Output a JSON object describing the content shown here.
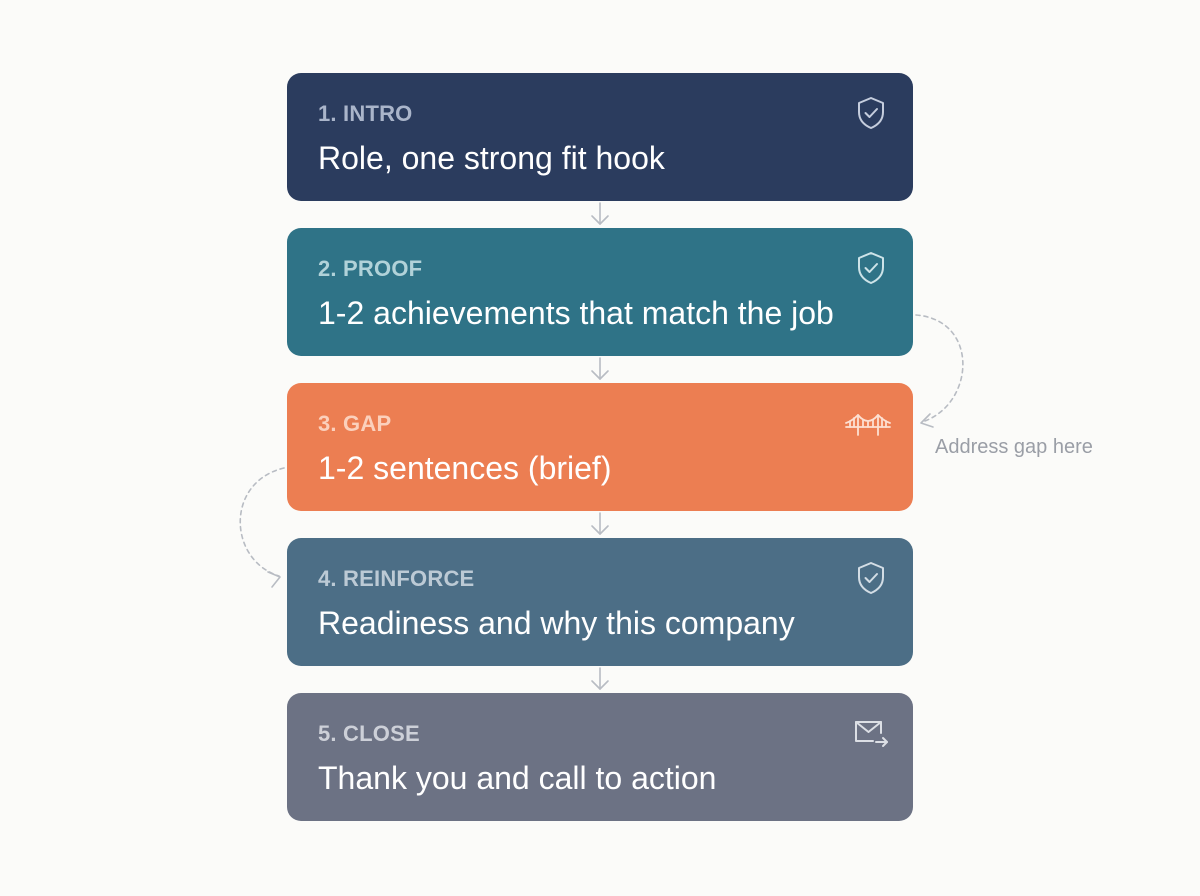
{
  "steps": [
    {
      "label": "1. INTRO",
      "text": "Role, one strong fit hook",
      "icon": "shield-check-icon",
      "bg": "#2b3c5e",
      "label_color": "#aab5ca"
    },
    {
      "label": "2. PROOF",
      "text": "1-2 achievements that match the job",
      "icon": "shield-check-icon",
      "bg": "#2f7387",
      "label_color": "#b1d2d9"
    },
    {
      "label": "3. GAP",
      "text": "1-2 sentences (brief)",
      "icon": "bridge-icon",
      "bg": "#ec7e52",
      "label_color": "#fbd0bc"
    },
    {
      "label": "4. REINFORCE",
      "text": "Readiness and why this company",
      "icon": "shield-check-icon",
      "bg": "#4c6e86",
      "label_color": "#bccad5"
    },
    {
      "label": "5. CLOSE",
      "text": "Thank you and call to action",
      "icon": "mail-forward-icon",
      "bg": "#6c7284",
      "label_color": "#cdd0d8"
    }
  ],
  "annotation": {
    "text": "Address gap here"
  },
  "colors": {
    "connector": "#b8bcc3",
    "background": "#fbfbf9"
  }
}
